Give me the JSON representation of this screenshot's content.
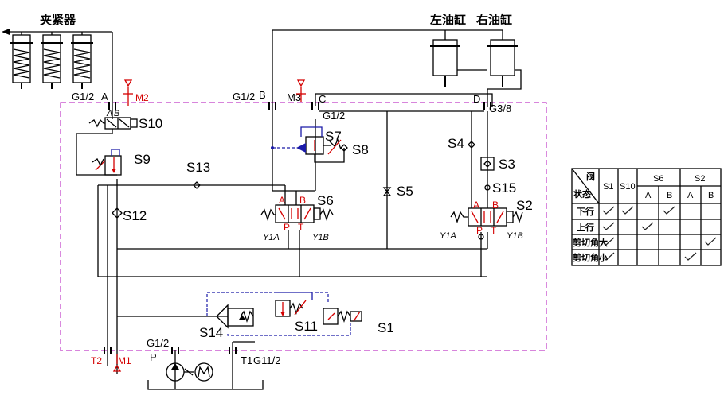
{
  "colors": {
    "line": "#000000",
    "accent": "#d40000",
    "pilot": "#1a1aa8",
    "boundary": "#c03cc8"
  },
  "labels": {
    "clamp": "夹紧器",
    "left_cyl": "左油缸",
    "right_cyl": "右油缸",
    "port_a_size": "G1/2",
    "port_a": "A",
    "m2": "M2",
    "port_b_size": "G1/2",
    "port_b": "B",
    "m3": "M3",
    "port_c": "C",
    "port_d": "D",
    "port_c_size": "G1/2",
    "port_d_size": "G3/8",
    "s10": "S10",
    "s9": "S9",
    "s13": "S13",
    "s12": "S12",
    "s7": "S7",
    "s8": "S8",
    "s6": "S6",
    "s5": "S5",
    "s4": "S4",
    "s3": "S3",
    "s15": "S15",
    "s2": "S2",
    "s14": "S14",
    "s11": "S11",
    "s1": "S1",
    "y1a_s6": "Y1A",
    "y1b_s6": "Y1B",
    "y1a_s2": "Y1A",
    "y1b_s2": "Y1B",
    "v_a": "A",
    "v_b": "B",
    "v_p": "P",
    "v_t": "T",
    "t2": "T2",
    "m1": "M1",
    "pump_size": "G1/2",
    "p": "P",
    "t1": "T1",
    "t1_size": "G11/2",
    "s10_a": "A",
    "s10_b": "B"
  },
  "table": {
    "corner_top": "阀",
    "corner_bottom": "状态",
    "headers": [
      "S1",
      "S10",
      "S6",
      "S2"
    ],
    "sub_headers": [
      "A",
      "B",
      "A",
      "B"
    ],
    "rows": [
      {
        "name": "下行",
        "checks": [
          true,
          true,
          false,
          true,
          false,
          false
        ]
      },
      {
        "name": "上行",
        "checks": [
          true,
          false,
          true,
          false,
          false,
          false
        ]
      },
      {
        "name": "剪切角大",
        "checks": [
          true,
          false,
          false,
          false,
          false,
          true
        ]
      },
      {
        "name": "剪切角小",
        "checks": [
          true,
          false,
          false,
          false,
          true,
          false
        ]
      }
    ]
  }
}
